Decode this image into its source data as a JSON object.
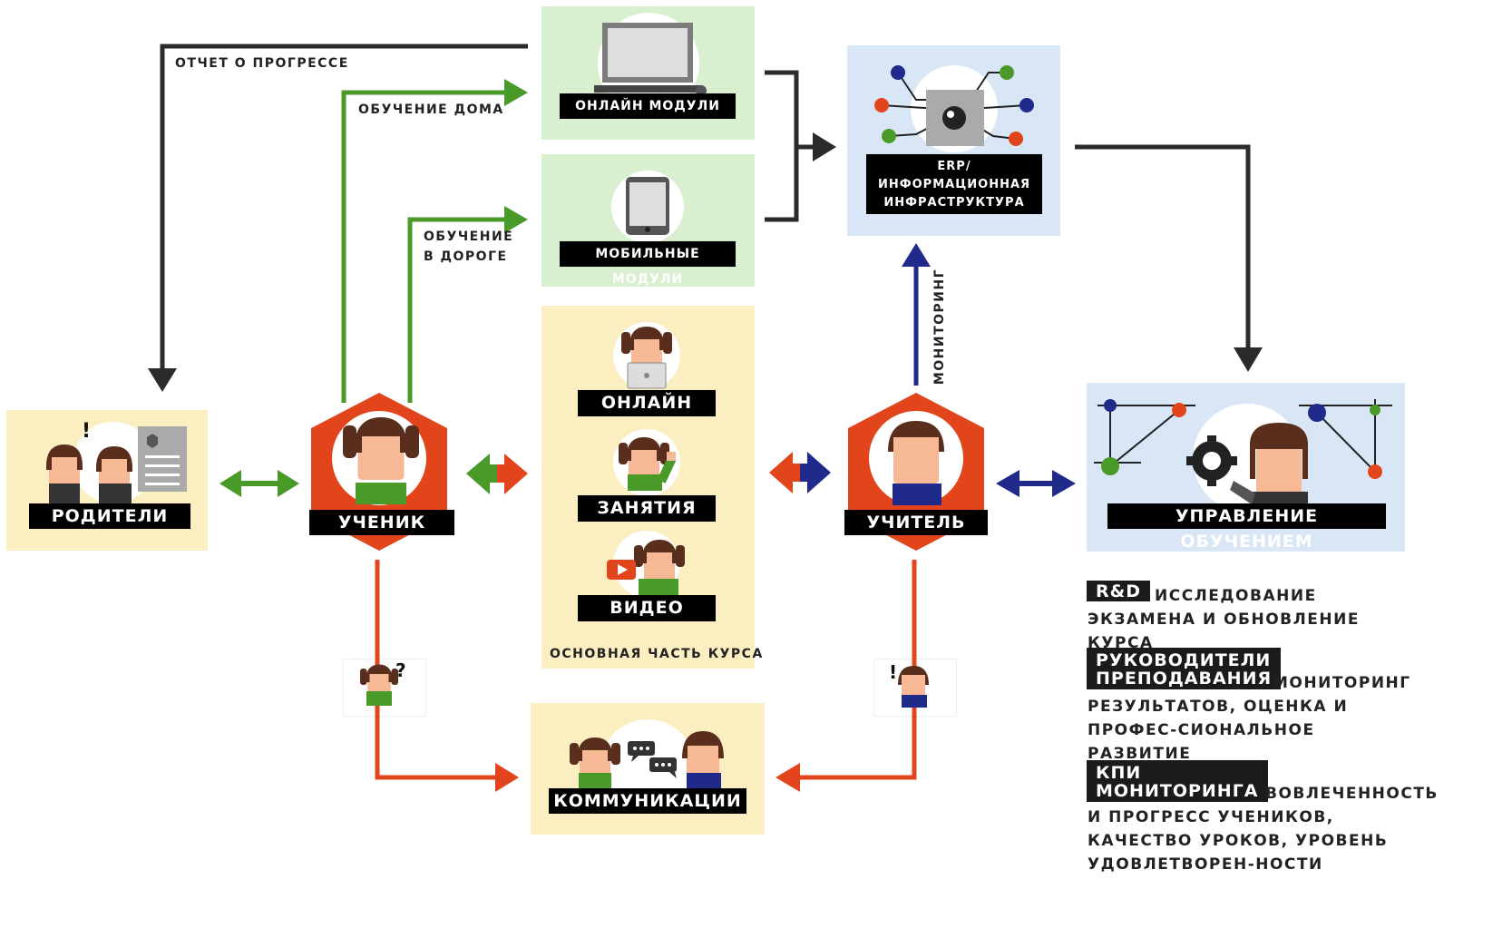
{
  "edges": {
    "progress_report": "ОТЧЕТ О ПРОГРЕССЕ",
    "home_learning": "ОБУЧЕНИЕ ДОМА",
    "road_learning_1": "ОБУЧЕНИЕ",
    "road_learning_2": "В ДОРОГЕ",
    "monitoring": "МОНИТОРИНГ"
  },
  "nodes": {
    "online_modules": "ОНЛАЙН МОДУЛИ",
    "mobile_modules": "МОБИЛЬНЫЕ МОДУЛИ",
    "erp_1": "ERP/",
    "erp_2": "ИНФОРМАЦИОННАЯ",
    "erp_3": "ИНФРАСТРУКТУРА",
    "parents": "РОДИТЕЛИ",
    "student": "УЧЕНИК",
    "teacher": "УЧИТЕЛЬ",
    "learning_management": "УПРАВЛЕНИЕ ОБУЧЕНИЕМ",
    "online": "ОНЛАЙН",
    "classes": "ЗАНЯТИЯ",
    "video": "ВИДЕО",
    "core_course": "ОСНОВНАЯ ЧАСТЬ КУРСА",
    "communications": "КОММУНИКАЦИИ"
  },
  "legend": [
    {
      "tag_lines": [
        "R&D"
      ],
      "text": "ИССЛЕДОВАНИЕ  ЭКЗАМЕНА И ОБНОВЛЕНИЕ КУРСА"
    },
    {
      "tag_lines": [
        "РУКОВОДИТЕЛИ",
        "ПРЕПОДАВАНИЯ"
      ],
      "text": "МОНИТОРИНГ РЕЗУЛЬТАТОВ, ОЦЕНКА И ПРОФЕС-СИОНАЛЬНОЕ РАЗВИТИЕ"
    },
    {
      "tag_lines": [
        "КПИ",
        "МОНИТОРИНГА"
      ],
      "text": "ВОВЛЕЧЕННОСТЬ И ПРОГРЕСС УЧЕНИКОВ, КАЧЕСТВО УРОКОВ, УРОВЕНЬ УДОВЛЕТВОРЕН-НОСТИ"
    }
  ],
  "colors": {
    "green": "#4a9a2a",
    "dark": "#2b2b2b",
    "orange_red": "#e2451c",
    "navy": "#1f2a8a",
    "box_green": "#d8f0cf",
    "box_yellow": "#fbeec1",
    "box_blue": "#d9e6f5"
  }
}
